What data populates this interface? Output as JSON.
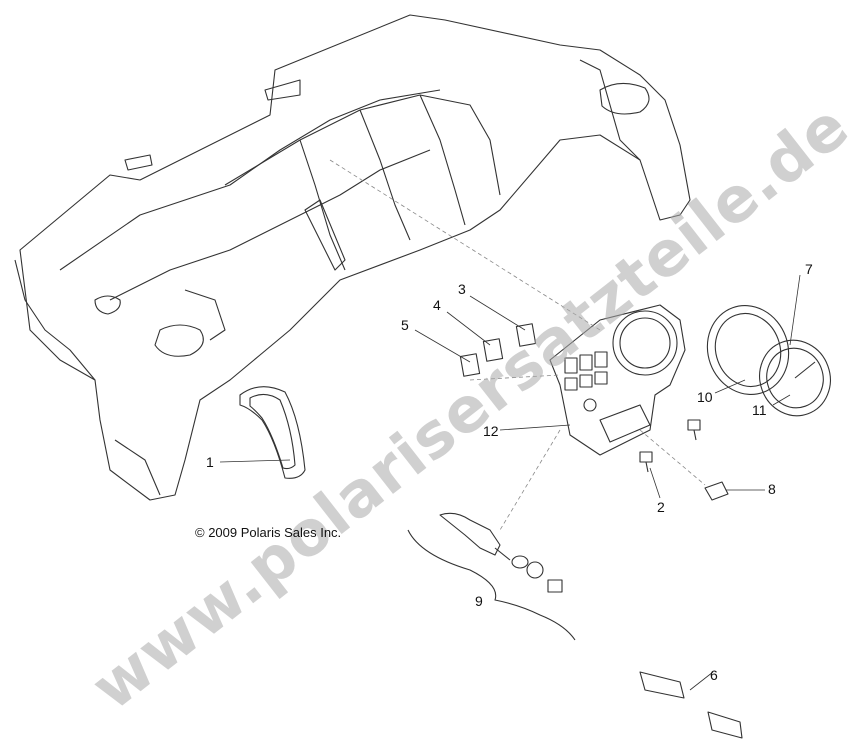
{
  "diagram": {
    "copyright": "© 2009 Polaris Sales Inc.",
    "watermark": "www.polarisersatzteile.de",
    "callouts": [
      "1",
      "2",
      "3",
      "4",
      "5",
      "6",
      "7",
      "8",
      "9",
      "10",
      "11",
      "12"
    ]
  },
  "colors": {
    "line": "#222222",
    "ghost": "#9a9a9a",
    "watermark": "#aaaaaa"
  },
  "icons": [
    "dashboard-outline",
    "instrument-pod",
    "speedometer",
    "switch",
    "light-socket",
    "bulb"
  ]
}
